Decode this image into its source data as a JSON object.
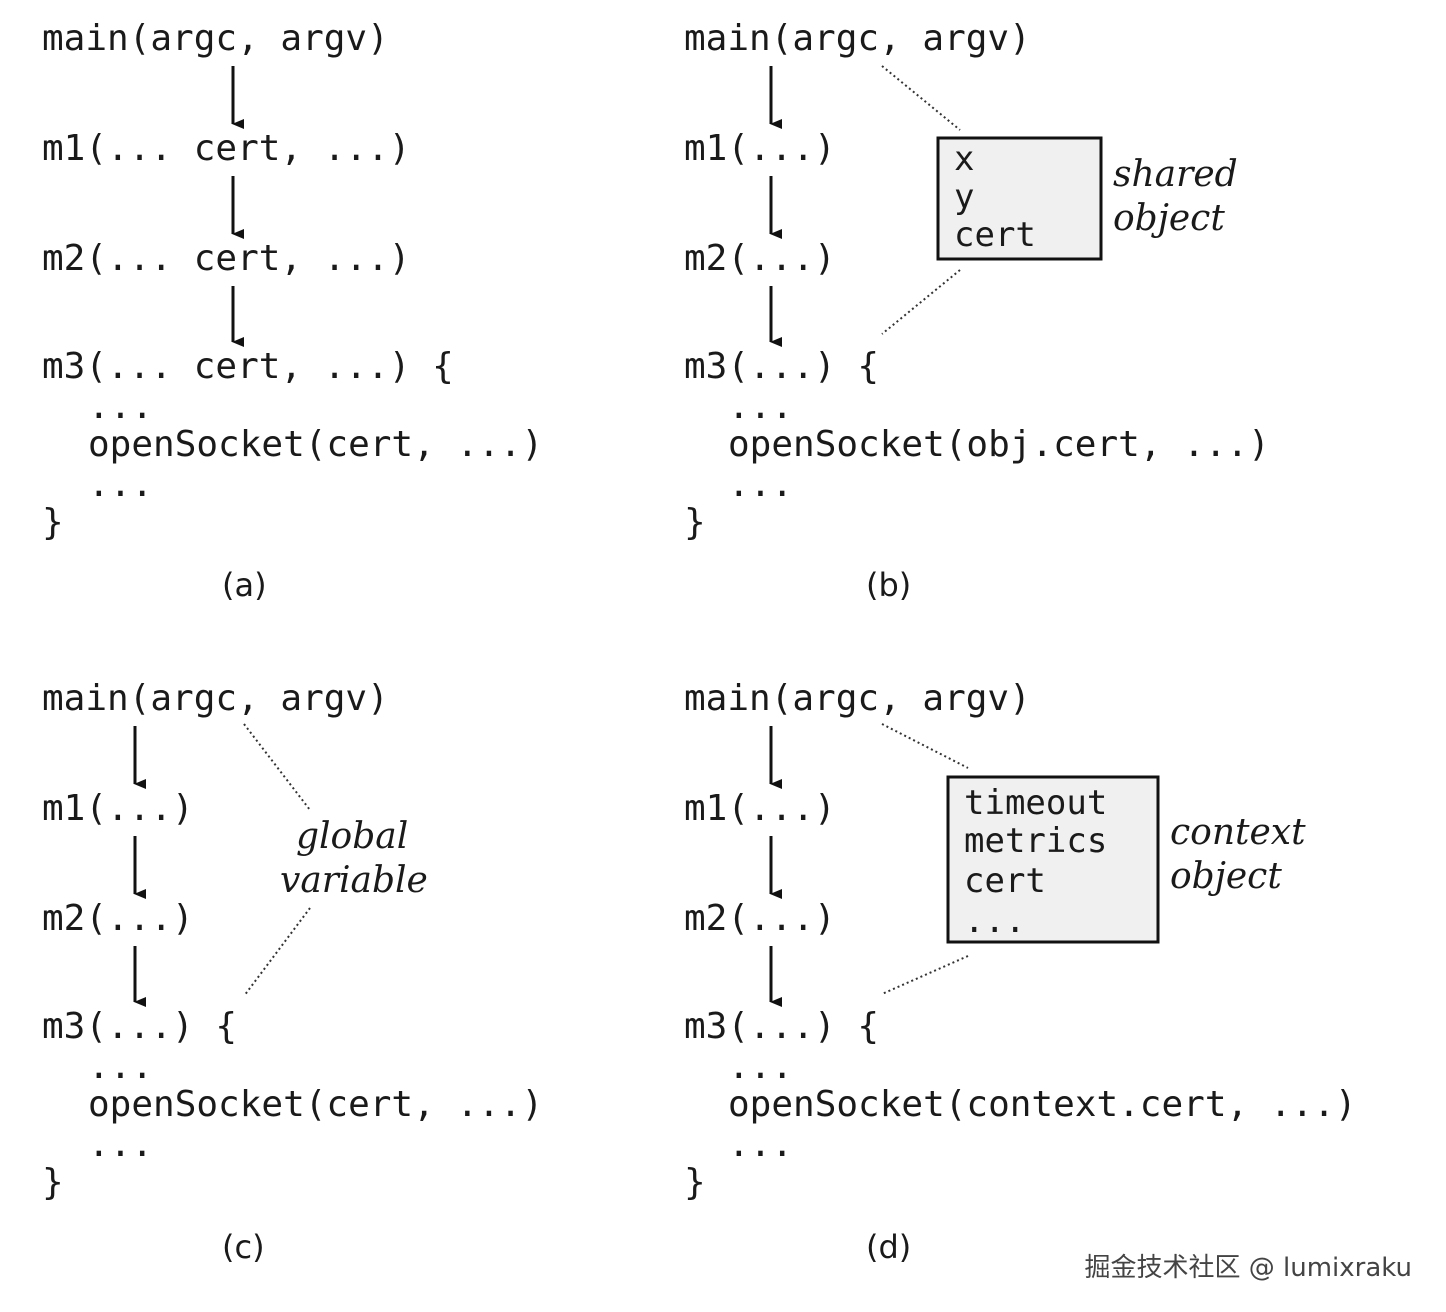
{
  "panel_a": {
    "main": "main(argc, argv)",
    "m1": "m1(... cert, ...)",
    "m2": "m2(... cert, ...)",
    "m3": "m3(... cert, ...) {",
    "dots_top": "...",
    "call": "openSocket(cert, ...)",
    "dots_bottom": "...",
    "close": "}",
    "caption": "(a)"
  },
  "panel_b": {
    "main": "main(argc, argv)",
    "m1": "m1(...)",
    "m2": "m2(...)",
    "m3": "m3(...) {",
    "dots_top": "...",
    "call": "openSocket(obj.cert, ...)",
    "dots_bottom": "...",
    "close": "}",
    "caption": "(b)",
    "box_lines": [
      "x",
      "y",
      "cert"
    ],
    "label_line1": "shared",
    "label_line2": "object"
  },
  "panel_c": {
    "main": "main(argc, argv)",
    "m1": "m1(...)",
    "m2": "m2(...)",
    "m3": "m3(...) {",
    "dots_top": "...",
    "call": "openSocket(cert, ...)",
    "dots_bottom": "...",
    "close": "}",
    "caption": "(c)",
    "label_line1": "global",
    "label_line2": "variable"
  },
  "panel_d": {
    "main": "main(argc, argv)",
    "m1": "m1(...)",
    "m2": "m2(...)",
    "m3": "m3(...) {",
    "dots_top": "...",
    "call": "openSocket(context.cert, ...)",
    "dots_bottom": "...",
    "close": "}",
    "caption": "(d)",
    "box_lines": [
      "timeout",
      "metrics",
      "cert",
      "..."
    ],
    "label_line1": "context",
    "label_line2": "object"
  },
  "watermark": "掘金技术社区 @ lumixraku"
}
